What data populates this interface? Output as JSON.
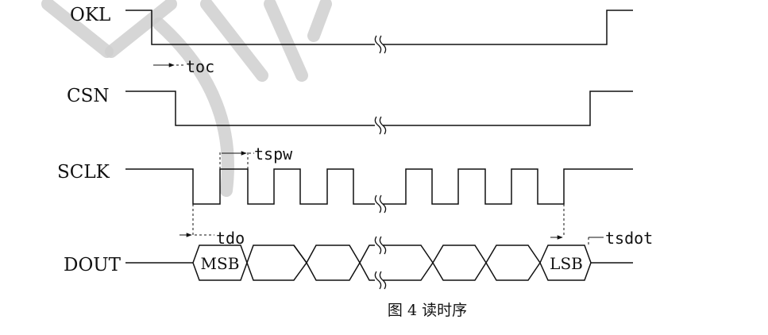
{
  "signals": {
    "okl": "OKL",
    "csn": "CSN",
    "sclk": "SCLK",
    "dout": "DOUT"
  },
  "timing": {
    "toc": "toc",
    "tspw": "tspw",
    "tdo": "tdo",
    "tsdot": "tsdot"
  },
  "bits": {
    "msb": "MSB",
    "lsb": "LSB"
  },
  "caption": "图 4 读时序"
}
